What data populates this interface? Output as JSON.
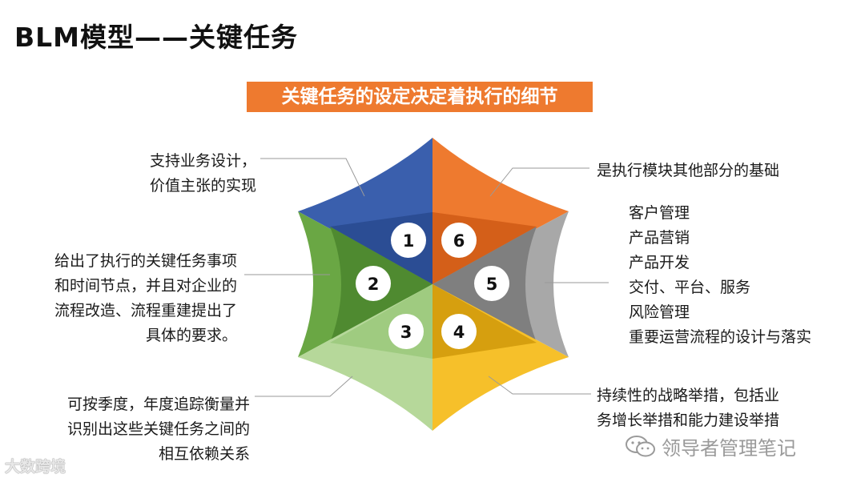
{
  "title": "BLM模型——关键任务",
  "banner": "关键任务的设定决定着执行的细节",
  "segments": [
    {
      "number": "1",
      "color": "#3a5fad",
      "inner": "#2b4d94"
    },
    {
      "number": "2",
      "color": "#6aa744",
      "inner": "#4f8a30"
    },
    {
      "number": "3",
      "color": "#b6d89a",
      "inner": "#9fcb80"
    },
    {
      "number": "4",
      "color": "#f6c02a",
      "inner": "#d69f0f"
    },
    {
      "number": "5",
      "color": "#a8a8a8",
      "inner": "#7f7f7f"
    },
    {
      "number": "6",
      "color": "#ee7a2f",
      "inner": "#d45f19"
    }
  ],
  "notes": {
    "n1": "支持业务设计，\n价值主张的实现",
    "n2": "给出了执行的关键任务事项\n和时间节点，并且对企业的\n流程改造、流程重建提出了\n具体的要求。",
    "n3": "可按季度，年度追踪衡量并\n识别出这些关键任务之间的\n相互依赖关系",
    "n4": "持续性的战略举措，包括业\n务增长举措和能力建设举措",
    "n5": "客户管理\n产品营销\n产品开发\n交付、平台、服务\n风险管理\n重要运营流程的设计与落实",
    "n6": "是执行模块其他部分的基础"
  },
  "watermark_left": "大数跨境",
  "watermark_right": "领导者管理笔记",
  "icons": {
    "wechat": "wechat-icon"
  }
}
